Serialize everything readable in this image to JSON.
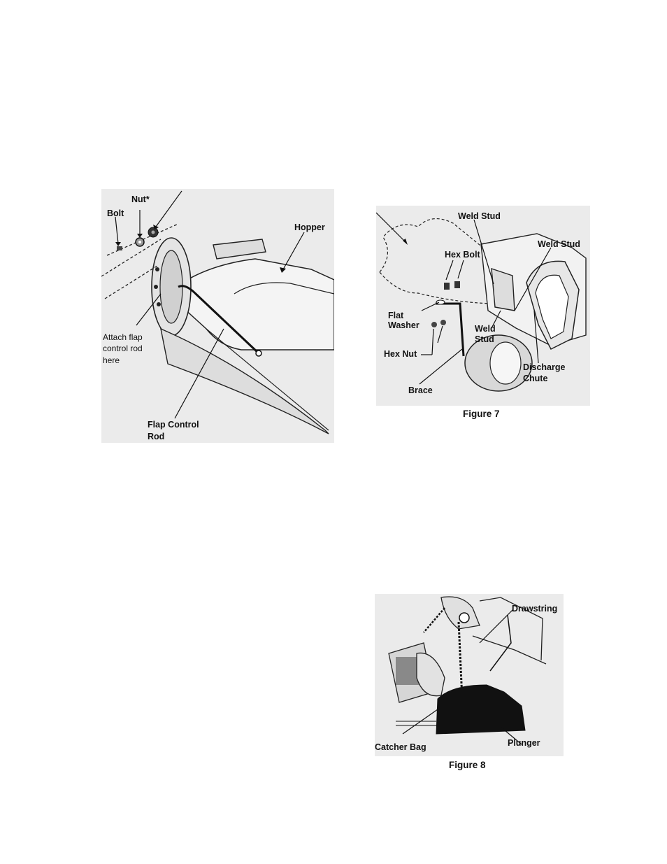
{
  "figure6": {
    "labels": {
      "nut": "Nut*",
      "bolt": "Bolt",
      "hopper": "Hopper",
      "attach": [
        "Attach flap",
        "control rod",
        "here"
      ],
      "flap_rod": [
        "Flap Control",
        "Rod"
      ]
    }
  },
  "figure7": {
    "caption": "Figure 7",
    "labels": {
      "weld_stud_top": "Weld Stud",
      "weld_stud_right": "Weld Stud",
      "hex_bolt": "Hex Bolt",
      "flat_washer": [
        "Flat",
        "Washer"
      ],
      "weld_stud_mid": [
        "Weld",
        "Stud"
      ],
      "hex_nut": "Hex Nut",
      "brace": "Brace",
      "discharge_chute": [
        "Discharge",
        "Chute"
      ]
    }
  },
  "figure8": {
    "caption": "Figure 8",
    "labels": {
      "drawstring": "Drawstring",
      "catcher_bag": "Catcher Bag",
      "plunger": "Plunger"
    }
  }
}
